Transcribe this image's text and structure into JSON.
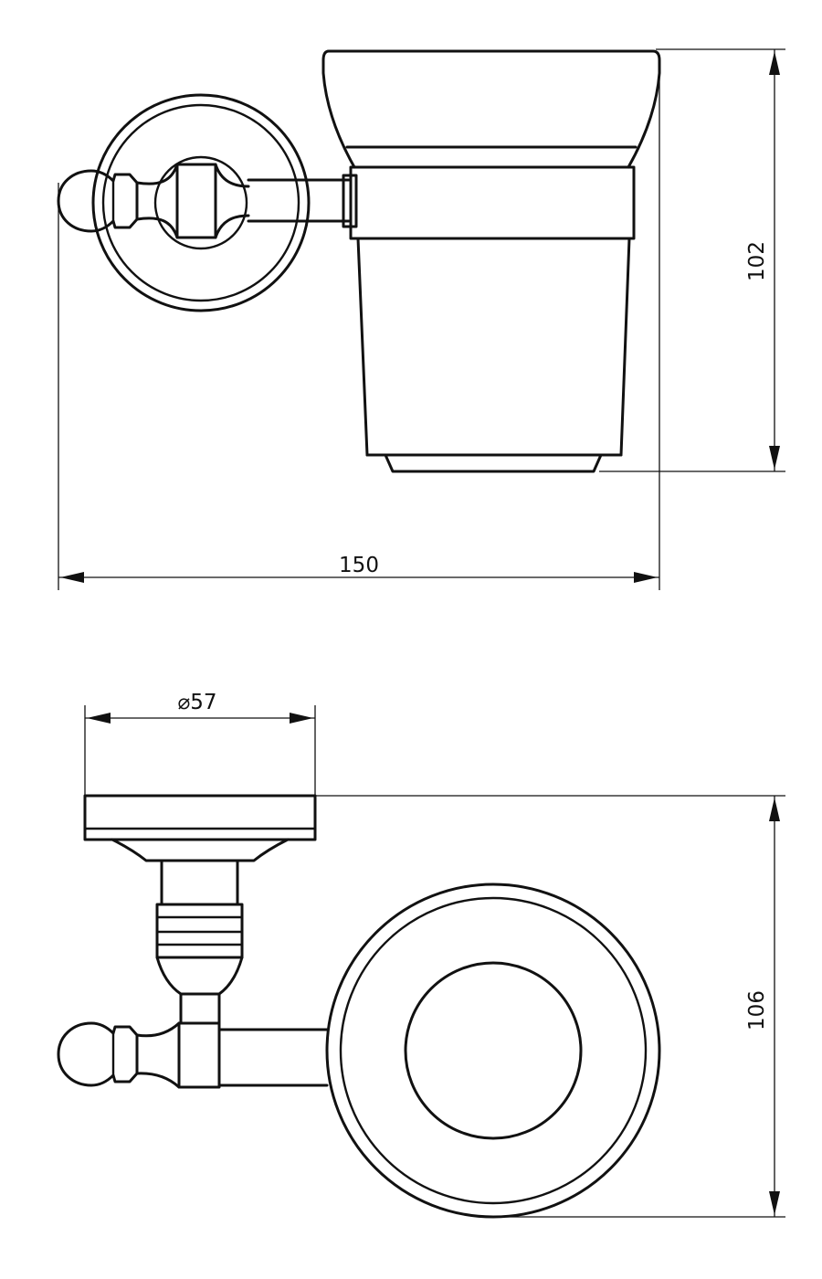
{
  "drawing": {
    "dimensions": {
      "height_front": "102",
      "width_total": "150",
      "diameter_base": "⌀57",
      "depth_top": "106"
    }
  }
}
